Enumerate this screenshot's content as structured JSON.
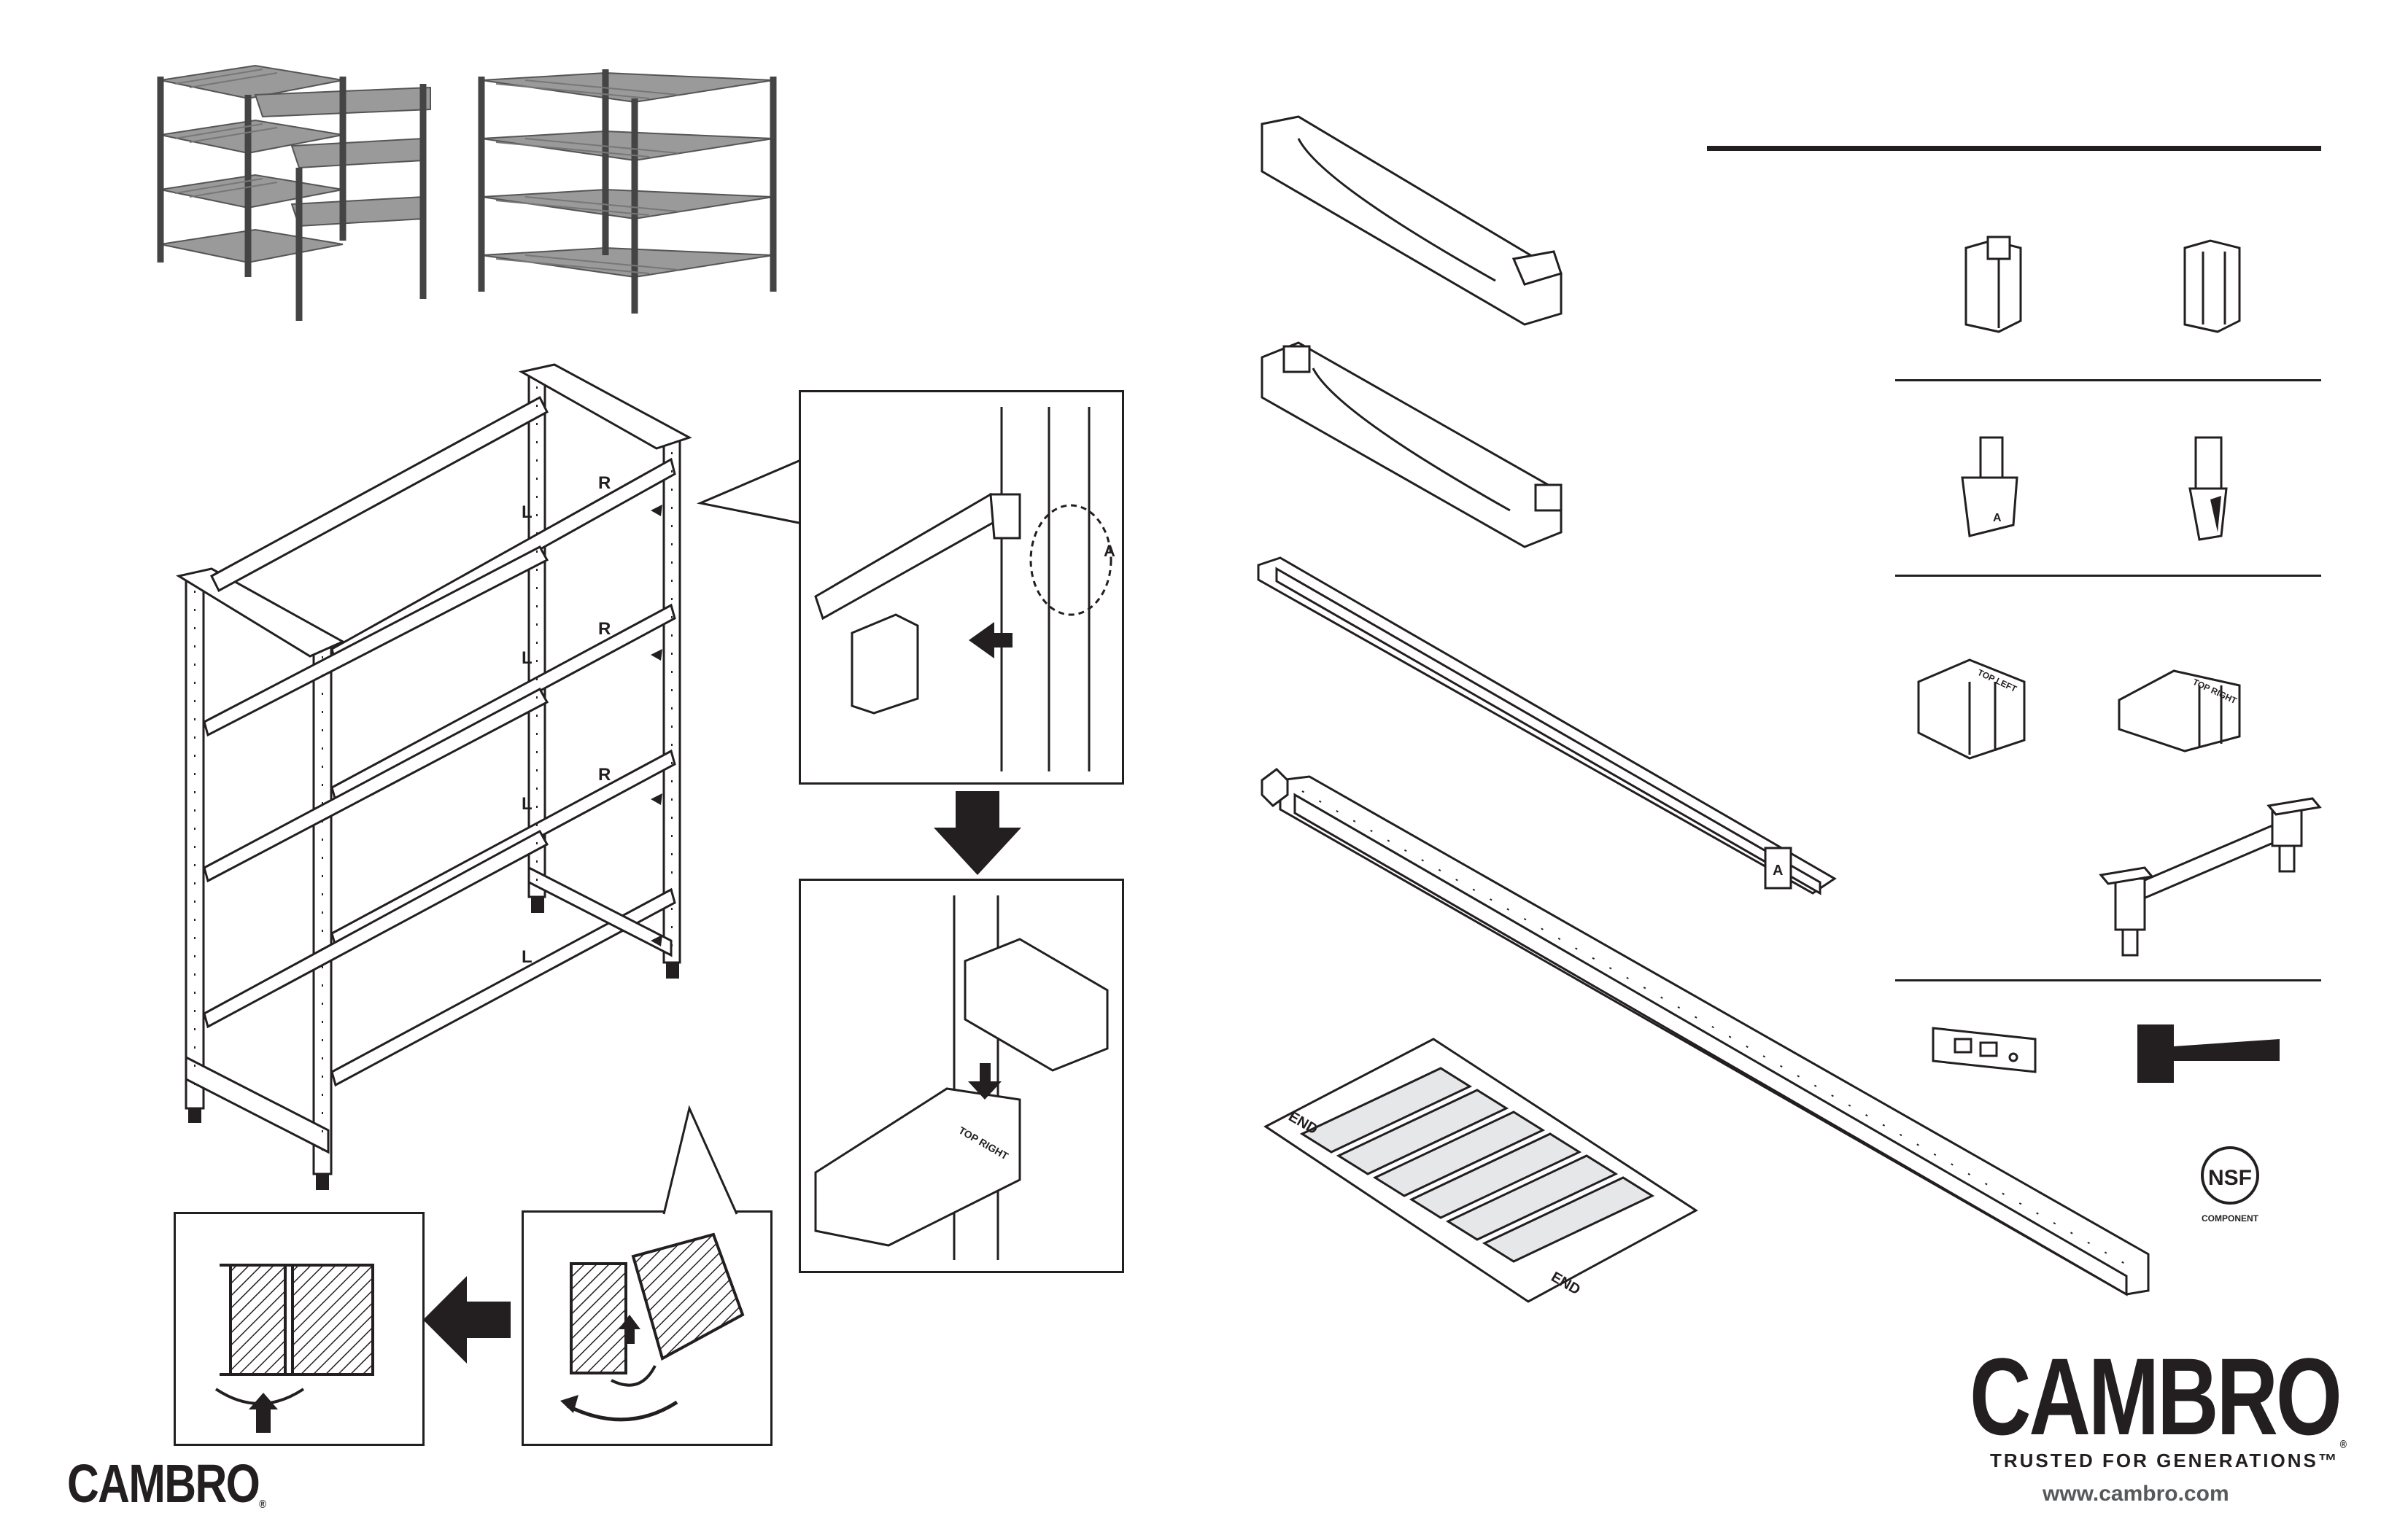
{
  "brand": {
    "logo_small": "CAMBRO",
    "logo_large": "CAMBRO",
    "registered_mark": "®",
    "tagline": "TRUSTED FOR GENERATIONS™",
    "website": "www.cambro.com"
  },
  "certification": {
    "mark": "NSF",
    "caption": "COMPONENT"
  },
  "shelf_labels": {
    "left_marker": "L",
    "right_marker": "R",
    "part_letter": "A",
    "top_right_tag": "TOP RIGHT",
    "top_left_tag": "TOP LEFT",
    "shelf_end": "END"
  },
  "colors": {
    "ink": "#231f20",
    "shelf_fill": "#e6e7e8",
    "photo_gray": "#8a8a8a",
    "hatch": "#231f20"
  },
  "icons": [
    "corner-shelving-photo-icon",
    "l-shelving-photo-icon",
    "assembled-shelf-unit-icon",
    "detail-callout-icon",
    "down-arrow-icon",
    "left-arrow-icon",
    "rotate-arrow-icon",
    "up-arrow-icon",
    "end-beam-icon",
    "side-beam-icon",
    "long-rail-icon",
    "shelf-plate-icon",
    "post-connector-icon",
    "clip-icon",
    "corner-bracket-icon",
    "level-icon",
    "mallet-icon",
    "nsf-logo-icon"
  ]
}
